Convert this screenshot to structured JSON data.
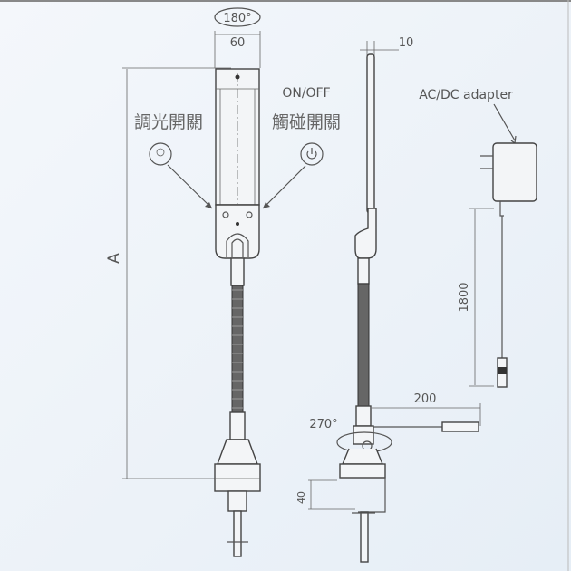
{
  "labels": {
    "rotation_top": "180°",
    "width_dim": "60",
    "thickness_dim": "10",
    "dimmer_switch": "調光開關",
    "on_off": "ON/OFF",
    "touch_switch": "觸碰開關",
    "height_dim": "A",
    "adapter": "AC/DC adapter",
    "cable_length": "1800",
    "side_cable": "200",
    "rotation_base": "270°",
    "clamp_dim": "40"
  },
  "colors": {
    "line": "#555555",
    "background": "#eef3f8"
  }
}
